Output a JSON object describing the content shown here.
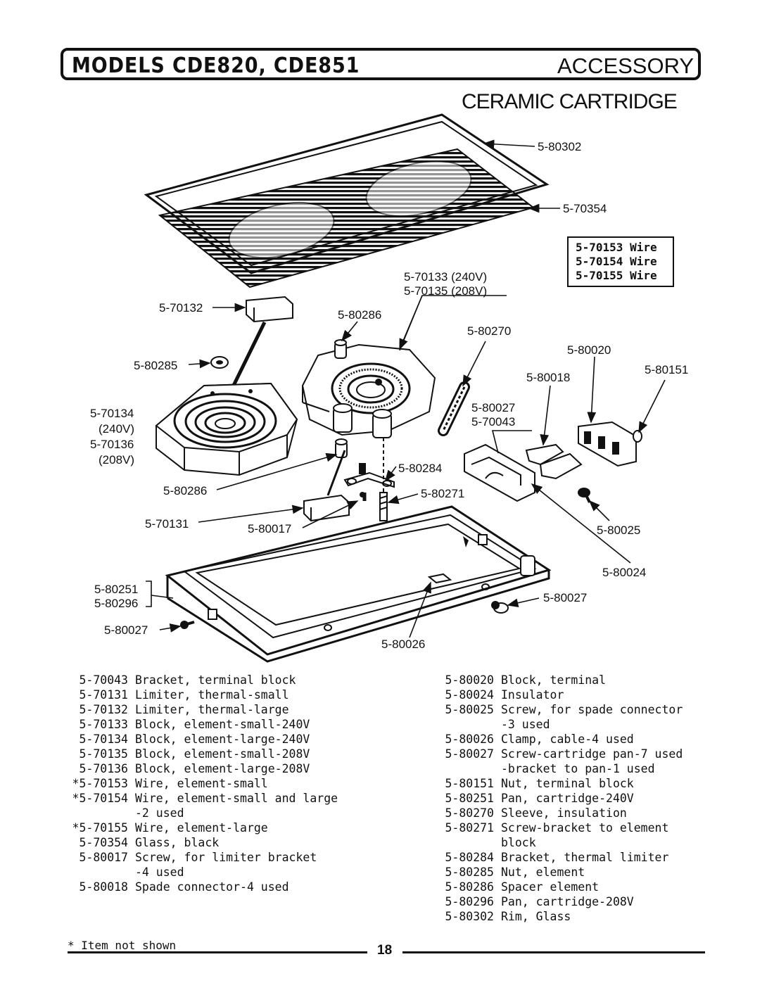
{
  "header": {
    "models": "MODELS CDE820, CDE851",
    "section": "ACCESSORY"
  },
  "subtitle": "CERAMIC CARTRIDGE",
  "wire_box": [
    "5-70153 Wire",
    "5-70154 Wire",
    "5-70155 Wire"
  ],
  "callouts": {
    "c80302": "5-80302",
    "c70354": "5-70354",
    "c70133": "5-70133 (240V)",
    "c70135": "5-70135 (208V)",
    "c70132": "5-70132",
    "c80286a": "5-80286",
    "c80270": "5-80270",
    "c80020": "5-80020",
    "c80285": "5-80285",
    "c80018": "5-80018",
    "c80151": "5-80151",
    "c70134": "5-70134",
    "c240v": "(240V)",
    "c70136": "5-70136",
    "c208v": "(208V)",
    "c80027a": "5-80027",
    "c70043": "5-70043",
    "c80284": "5-80284",
    "c80286b": "5-80286",
    "c80271": "5-80271",
    "c70131": "5-70131",
    "c80017": "5-80017",
    "c80025": "5-80025",
    "c80024": "5-80024",
    "c80251": "5-80251",
    "c80296": "5-80296",
    "c80027b": "5-80027",
    "c80027c": "5-80027",
    "c80026": "5-80026"
  },
  "parts_left": [
    {
      "number": "5-70043",
      "desc": "Bracket, terminal block"
    },
    {
      "number": "5-70131",
      "desc": "Limiter, thermal-small"
    },
    {
      "number": "5-70132",
      "desc": "Limiter, thermal-large"
    },
    {
      "number": "5-70133",
      "desc": "Block, element-small-240V"
    },
    {
      "number": "5-70134",
      "desc": "Block, element-large-240V"
    },
    {
      "number": "5-70135",
      "desc": "Block, element-small-208V"
    },
    {
      "number": "5-70136",
      "desc": "Block, element-large-208V"
    },
    {
      "number": "*5-70153",
      "desc": "Wire, element-small"
    },
    {
      "number": "*5-70154",
      "desc": "Wire, element-small and large",
      "cont": "-2 used"
    },
    {
      "number": "*5-70155",
      "desc": "Wire, element-large"
    },
    {
      "number": "5-70354",
      "desc": "Glass, black"
    },
    {
      "number": "5-80017",
      "desc": "Screw, for limiter bracket",
      "cont": "-4 used"
    },
    {
      "number": "5-80018",
      "desc": "Spade connector-4 used"
    }
  ],
  "parts_right": [
    {
      "number": "5-80020",
      "desc": "Block, terminal"
    },
    {
      "number": "5-80024",
      "desc": "Insulator"
    },
    {
      "number": "5-80025",
      "desc": "Screw, for spade connector",
      "cont": "-3 used"
    },
    {
      "number": "5-80026",
      "desc": "Clamp, cable-4 used"
    },
    {
      "number": "5-80027",
      "desc": "Screw-cartridge pan-7 used",
      "cont": "-bracket to pan-1 used"
    },
    {
      "number": "5-80151",
      "desc": "Nut, terminal block"
    },
    {
      "number": "5-80251",
      "desc": "Pan, cartridge-240V"
    },
    {
      "number": "5-80270",
      "desc": "Sleeve, insulation"
    },
    {
      "number": "5-80271",
      "desc": "Screw-bracket to element",
      "cont": "block"
    },
    {
      "number": "5-80284",
      "desc": "Bracket, thermal limiter"
    },
    {
      "number": "5-80285",
      "desc": "Nut, element"
    },
    {
      "number": "5-80286",
      "desc": "Spacer element"
    },
    {
      "number": "5-80296",
      "desc": "Pan, cartridge-208V"
    },
    {
      "number": "5-80302",
      "desc": "Rim, Glass"
    }
  ],
  "footnote": "* Item not shown",
  "page_number": "18"
}
